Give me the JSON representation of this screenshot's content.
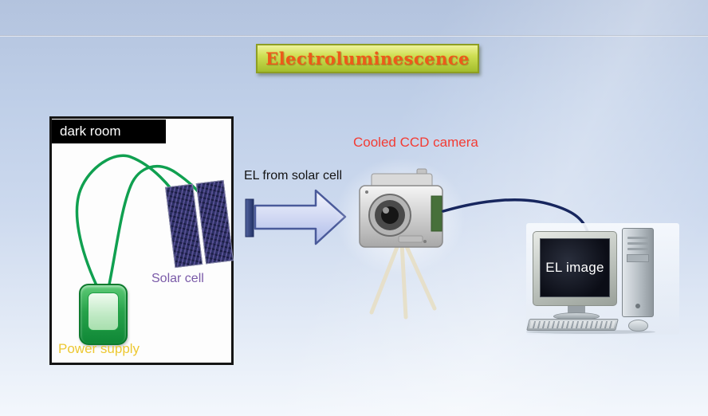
{
  "slide": {
    "title": "Electroluminescence",
    "dark_room": {
      "label": "dark room",
      "solar_cell_label": "Solar cell",
      "power_supply_label": "Power supply"
    },
    "arrow_label": "EL from solar cell",
    "camera_label": "Cooled CCD camera",
    "monitor_text": "EL image",
    "colors": {
      "title_text": "#ed5a1a",
      "title_bg_top": "#eef39a",
      "title_bg_bottom": "#a3bd2c",
      "title_border": "#8e9e22",
      "camera_label_color": "#f33b33",
      "solar_cell_label_color": "#7a5aa8",
      "power_supply_label_color": "#edc832",
      "wire_green": "#10a050",
      "cable_navy": "#17265e",
      "arrow_outline": "#4a5a9a",
      "background_top": "#b3c3de",
      "background_bottom": "#f3f7fc"
    }
  }
}
